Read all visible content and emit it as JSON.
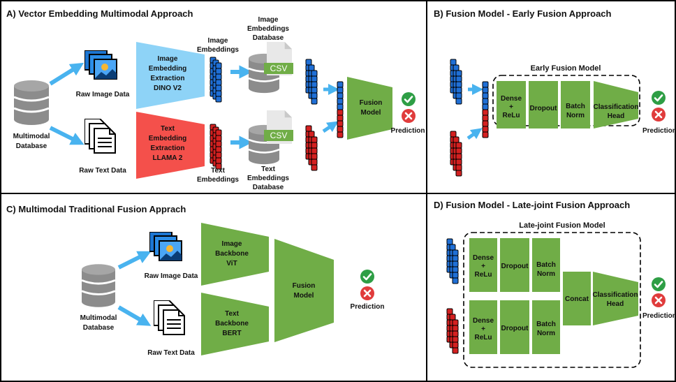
{
  "colors": {
    "green": "#70ad47",
    "blue_trap": "#8ed3f7",
    "red_trap": "#f4504b",
    "vec_blue": "#1f6fd6",
    "vec_red": "#d42020",
    "arrow": "#49b3ef",
    "db": "#8c8c8c",
    "check": "#2e9e45",
    "cross": "#e03c3c"
  },
  "icons": [
    "database-icon",
    "image-stack-icon",
    "document-stack-icon",
    "csv-file-icon",
    "check-icon",
    "cross-icon",
    "arrow-icon"
  ],
  "panelA": {
    "title": "A) Vector Embedding Multimodal Approach",
    "db_label_1": "Multimodal",
    "db_label_2": "Database",
    "raw_image": "Raw Image Data",
    "raw_text": "Raw Text Data",
    "img_extract": [
      "Image",
      "Embedding",
      "Extraction",
      "DINO V2"
    ],
    "txt_extract": [
      "Text",
      "Embedding",
      "Extraction",
      "LLAMA 2"
    ],
    "img_emb": [
      "Image",
      "Embeddings"
    ],
    "txt_emb": [
      "Text",
      "Embeddings"
    ],
    "img_db": [
      "Image",
      "Embeddings",
      "Database"
    ],
    "txt_db": [
      "Text",
      "Embeddings",
      "Database"
    ],
    "csv": "CSV",
    "fusion": [
      "Fusion",
      "Model"
    ],
    "prediction": "Prediction"
  },
  "panelB": {
    "title": "B) Fusion Model - Early Fusion Approach",
    "model_title": "Early Fusion Model",
    "dense": [
      "Dense",
      "+",
      "ReLu"
    ],
    "dropout": "Dropout",
    "batch": [
      "Batch",
      "Norm"
    ],
    "head": [
      "Classification",
      "Head"
    ],
    "prediction": "Prediction"
  },
  "panelC": {
    "title": "C) Multimodal Traditional Fusion Apprach",
    "db_label_1": "Multimodal",
    "db_label_2": "Database",
    "raw_image": "Raw Image Data",
    "raw_text": "Raw Text Data",
    "img_backbone": [
      "Image",
      "Backbone",
      "ViT"
    ],
    "txt_backbone": [
      "Text",
      "Backbone",
      "BERT"
    ],
    "fusion": [
      "Fusion",
      "Model"
    ],
    "prediction": "Prediction"
  },
  "panelD": {
    "title": "D) Fusion Model - Late-joint Fusion Approach",
    "model_title": "Late-joint Fusion Model",
    "dense": [
      "Dense",
      "+",
      "ReLu"
    ],
    "dropout": "Dropout",
    "batch": [
      "Batch",
      "Norm"
    ],
    "concat": "Concat",
    "head": [
      "Classification",
      "Head"
    ],
    "prediction": "Prediction"
  }
}
